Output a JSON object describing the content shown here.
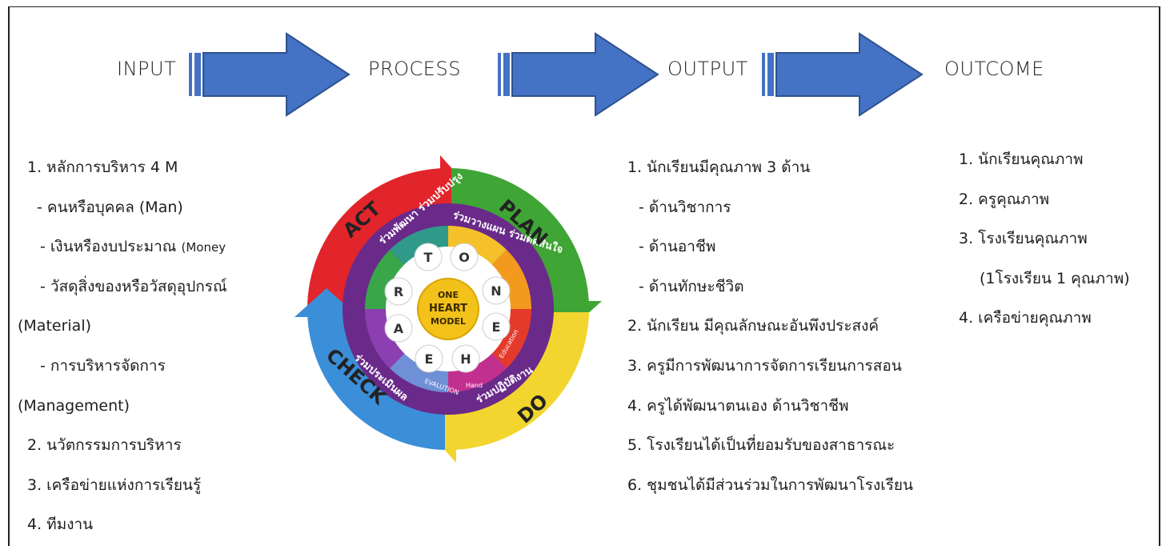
{
  "stages": [
    "INPUT",
    "PROCESS",
    "OUTPUT",
    "OUTCOME"
  ],
  "input_items": [
    {
      "text": "1. หลักการบริหาร 4 M"
    },
    {
      "text": "- คนหรือบุคคล (Man)"
    },
    {
      "text": "- เงินหรืองบประมาณ",
      "small": "(Money"
    },
    {
      "text": "- วัสดุสิ่งของหรือวัสดุอุปกรณ์"
    },
    {
      "text": "(Material)"
    },
    {
      "text": "- การบริหารจัดการ"
    },
    {
      "text": "(Management)"
    },
    {
      "text": "2. นวัตกรรมการบริหาร"
    },
    {
      "text": "3. เครือข่ายแห่งการเรียนรู้"
    },
    {
      "text": "4. ทีมงาน"
    }
  ],
  "output_items": [
    "1. นักเรียนมีคุณภาพ 3 ด้าน",
    "- ด้านวิชาการ",
    "- ด้านอาชีพ",
    "- ด้านทักษะชีวิต",
    "2. นักเรียน มีคุณลักษณะอันพึงประสงค์",
    "3. ครูมีการพัฒนาการจัดการเรียนการสอน",
    "4. ครูได้พัฒนาตนเอง ด้านวิชาชีพ",
    "5. โรงเรียนได้เป็นที่ยอมรับของสาธารณะ",
    "6. ชุมชนได้มีส่วนร่วมในการพัฒนาโรงเรียน"
  ],
  "outcome_items": [
    "1. นักเรียนคุณภาพ",
    "2. ครูคุณภาพ",
    "3. โรงเรียนคุณภาพ",
    "(1โรงเรียน 1 คุณภาพ)",
    "4. เครือข่ายคุณภาพ"
  ],
  "cycle": {
    "outer": [
      "ACT",
      "PLAN",
      "DO",
      "CHECK"
    ],
    "inner": [
      "ร่วมพัฒนา ร่วมปรับปรุง",
      "ร่วมวางแผน ร่วมตัดสินใจ",
      "ร่วมปฏิบัติงาน",
      "ร่วมประเมินผล"
    ],
    "center": [
      "ONE",
      "HEART",
      "MODEL"
    ],
    "letters": [
      "T",
      "O",
      "N",
      "E",
      "H",
      "E",
      "A",
      "R"
    ],
    "segment_labels": [
      "EVALUTION",
      "Hand",
      "Education"
    ],
    "colors": {
      "act": "#e2242b",
      "plan": "#3fa535",
      "do": "#f2d52e",
      "check": "#3b8ed8",
      "ring": "#6a2a8a"
    }
  }
}
